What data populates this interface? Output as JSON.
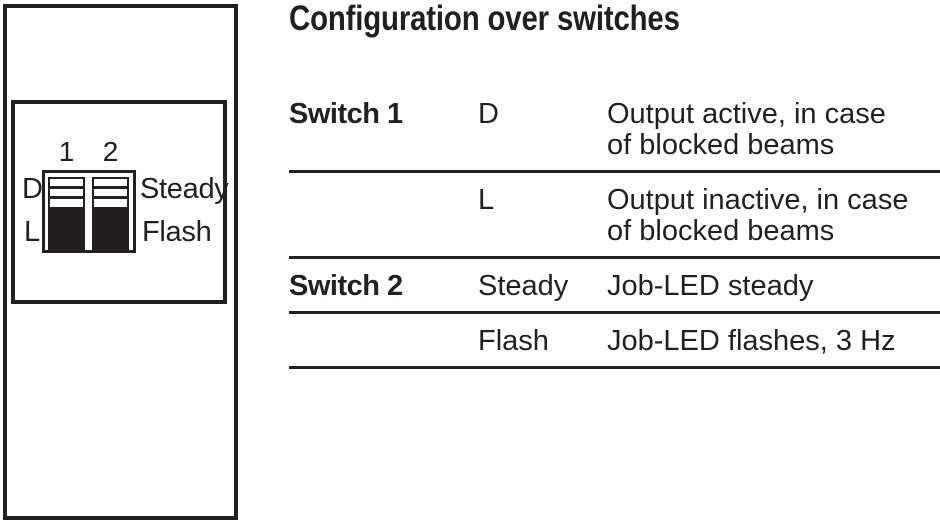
{
  "colors": {
    "ink": "#231f20",
    "background": "#ffffff"
  },
  "title": "Configuration over switches",
  "figure": {
    "channel_numbers": [
      "1",
      "2"
    ],
    "position_labels_left": [
      "D",
      "L"
    ],
    "position_labels_right": [
      "Steady",
      "Flash"
    ],
    "switch_states": [
      "down",
      "down"
    ]
  },
  "table": {
    "rows": [
      {
        "name": "Switch 1",
        "value": "D",
        "description_lines": [
          "Output active, in case",
          "of blocked beams"
        ]
      },
      {
        "name": "",
        "value": "L",
        "description_lines": [
          "Output inactive, in case",
          "of blocked beams"
        ]
      },
      {
        "name": "Switch 2",
        "value": "Steady",
        "description_lines": [
          "Job-LED steady"
        ]
      },
      {
        "name": "",
        "value": "Flash",
        "description_lines": [
          "Job-LED flashes, 3 Hz"
        ]
      }
    ]
  }
}
